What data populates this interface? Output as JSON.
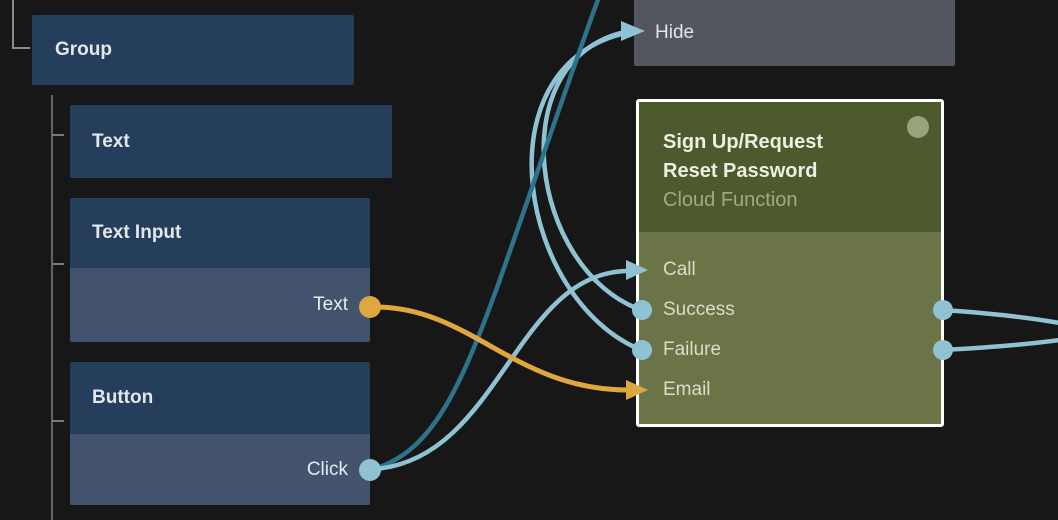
{
  "app": {
    "view": "node-graph-canvas"
  },
  "colors": {
    "background": "#171717",
    "node_header_blue": "#243E5B",
    "node_port_row_blue": "#43536D",
    "node_gray": "#53565E",
    "function_header_green": "#4C5A2E",
    "function_body_green": "#6A7446",
    "function_border_white": "#FFFFFF",
    "status_dot_sage": "#97A37B",
    "signal_teal": "#8FC2D3",
    "signal_teal_dark": "#2D738C",
    "data_orange": "#DFA83F",
    "tree_line_gray": "#6E6E6E"
  },
  "nodes": {
    "group": {
      "label": "Group"
    },
    "text": {
      "label": "Text"
    },
    "text_input": {
      "label": "Text Input",
      "output_ports": [
        {
          "label": "Text",
          "connector": "orange-data-dot"
        }
      ]
    },
    "button": {
      "label": "Button",
      "output_ports": [
        {
          "label": "Click",
          "connector": "teal-signal-dot"
        }
      ]
    },
    "hide": {
      "label": "Hide",
      "connector": "teal-arrow-input"
    },
    "cloud_function": {
      "title": "Sign Up/Request Reset Password",
      "subtitle": "Cloud Function",
      "ports": [
        {
          "label": "Call",
          "connector": "teal-arrow-input"
        },
        {
          "label": "Success",
          "connector": "teal-dot-left-and-right"
        },
        {
          "label": "Failure",
          "connector": "teal-dot-left-and-right"
        },
        {
          "label": "Email",
          "connector": "orange-arrow-input"
        }
      ]
    }
  },
  "connections": [
    {
      "from": "Text Input / Text",
      "to": "Cloud Function / Email",
      "type": "data-orange"
    },
    {
      "from": "Button / Click",
      "to": "Cloud Function / Call",
      "type": "signal-teal"
    },
    {
      "from": "Button / Click",
      "to": "offscreen-top",
      "type": "signal-teal-dark"
    },
    {
      "from": "Cloud Function / Success",
      "to": "Hide",
      "type": "signal-teal"
    },
    {
      "from": "Cloud Function / Failure",
      "to": "Hide",
      "type": "signal-teal"
    },
    {
      "from": "Cloud Function / Success",
      "to": "offscreen-right",
      "type": "signal-teal"
    },
    {
      "from": "Cloud Function / Failure",
      "to": "offscreen-right",
      "type": "signal-teal"
    }
  ]
}
